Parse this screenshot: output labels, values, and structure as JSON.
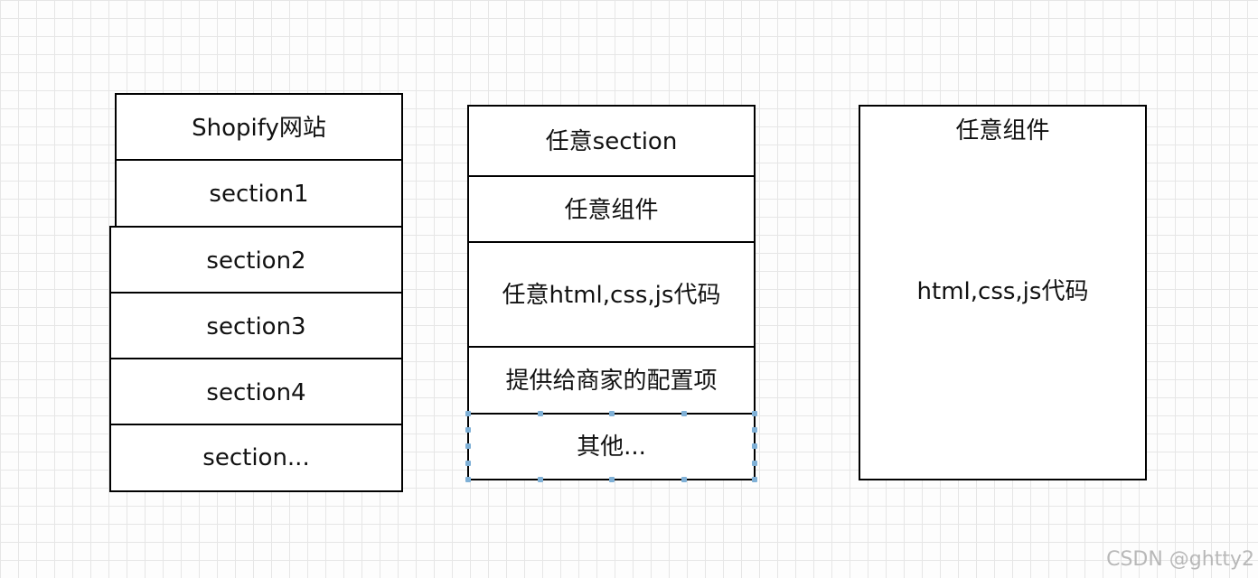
{
  "diagram": {
    "shopify_stack": [
      "Shopify网站",
      "section1",
      "section2",
      "section3",
      "section4",
      "section..."
    ],
    "section_stack": [
      "任意section",
      "任意组件",
      "任意html,css,js代码",
      "提供给商家的配置项",
      "其他..."
    ],
    "component_box": {
      "title": "任意组件",
      "body": "html,css,js代码"
    }
  },
  "watermark": "CSDN @ghtty2"
}
